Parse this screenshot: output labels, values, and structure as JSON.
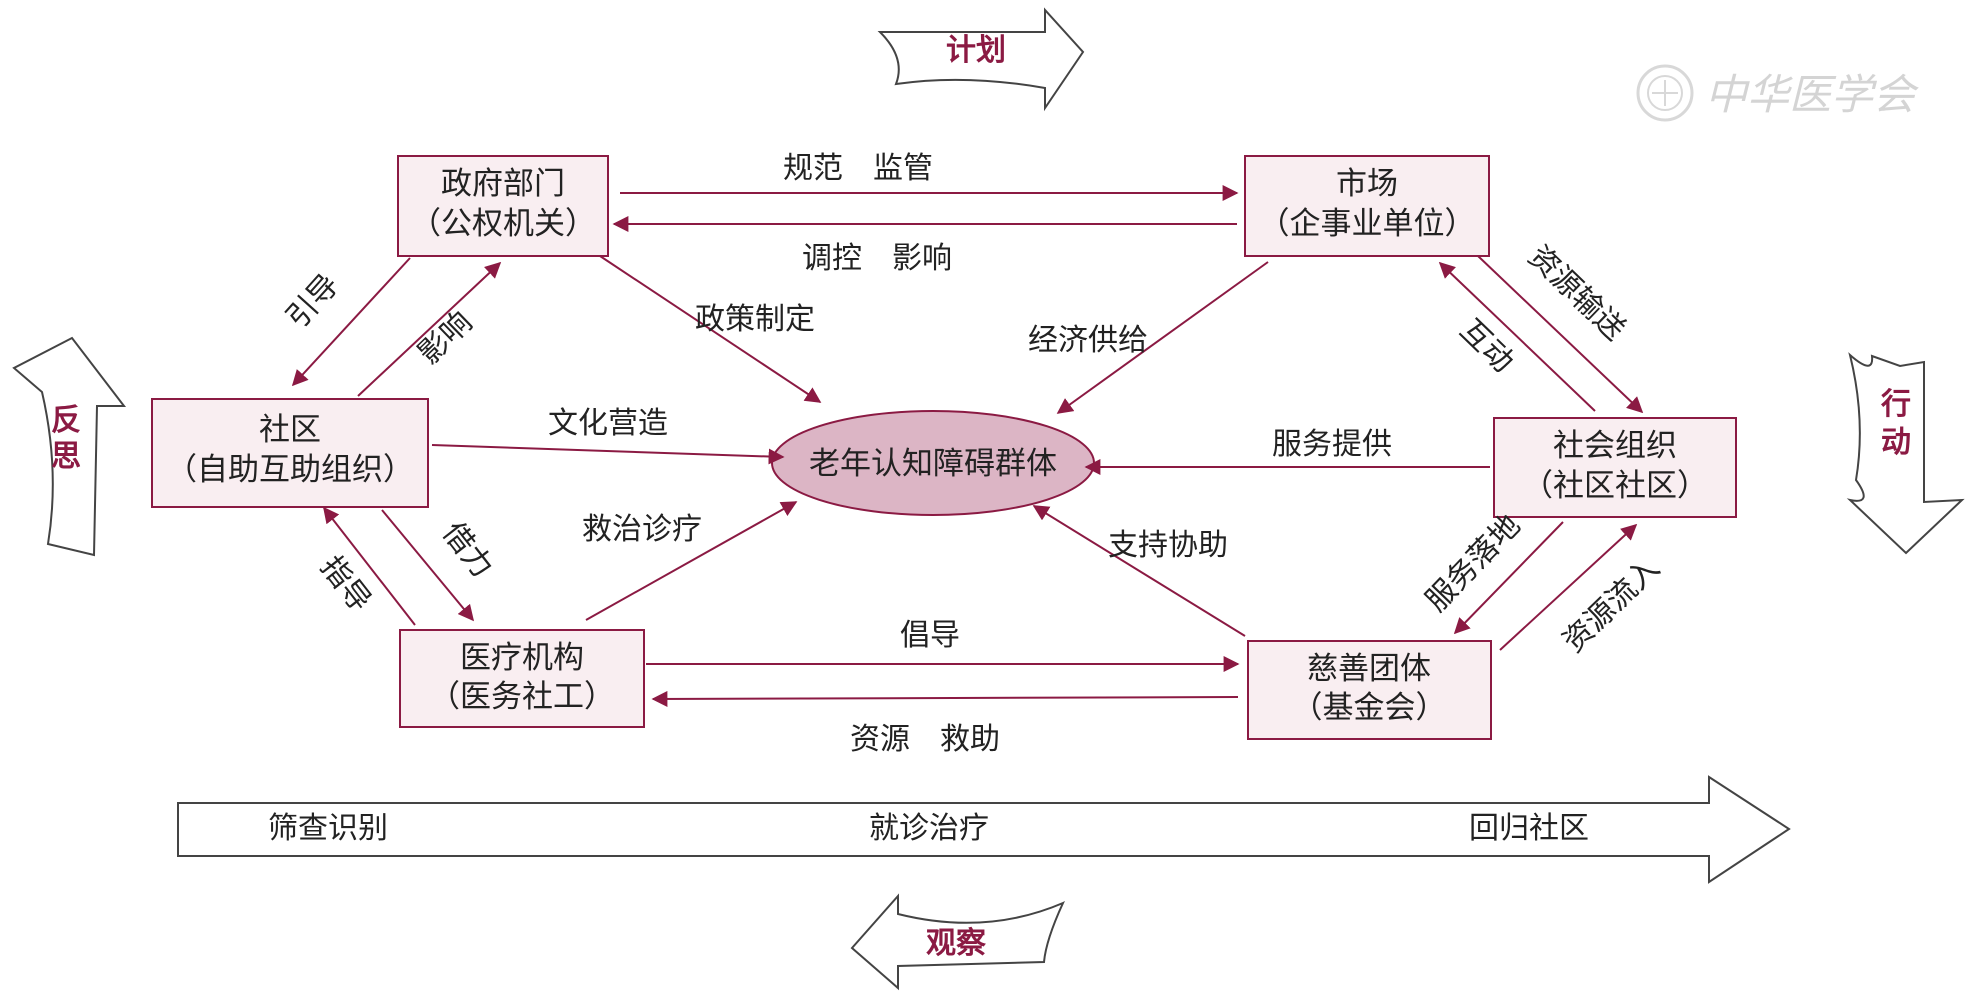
{
  "colors": {
    "border": "#8b1a43",
    "box_fill": "#f9eef1",
    "center_fill": "#dcb5c5",
    "text": "#222222",
    "cycle_label": "#8b1a43"
  },
  "center": {
    "label": "老年认知障碍群体"
  },
  "nodes": {
    "government": {
      "line1": "政府部门",
      "line2": "（公权机关）"
    },
    "market": {
      "line1": "市场",
      "line2": "（企事业单位）"
    },
    "community": {
      "line1": "社区",
      "line2": "（自助互助组织）"
    },
    "social_org": {
      "line1": "社会组织",
      "line2": "（社区社区）"
    },
    "medical": {
      "line1": "医疗机构",
      "line2": "（医务社工）"
    },
    "charity": {
      "line1": "慈善团体",
      "line2": "（基金会）"
    }
  },
  "edges": {
    "gov_market": "规范　监管",
    "market_gov": "调控　影响",
    "gov_center": "政策制定",
    "market_center": "经济供给",
    "market_social": "资源输送",
    "social_market": "互动",
    "gov_community": "引导",
    "community_gov": "影响",
    "community_center": "文化营造",
    "social_center": "服务提供",
    "medical_center": "救治诊疗",
    "charity_center": "支持协助",
    "community_medical": "借力",
    "medical_community": "指导",
    "social_charity": "服务落地",
    "charity_social": "资源流入",
    "medical_charity": "倡导",
    "charity_medical": "资源　救助"
  },
  "cycle": {
    "plan": "计划",
    "action": "行动",
    "observe": "观察",
    "reflect": "反思"
  },
  "stages": [
    "筛查识别",
    "就诊治疗",
    "回归社区"
  ],
  "logo": {
    "text": "中华医学会"
  }
}
